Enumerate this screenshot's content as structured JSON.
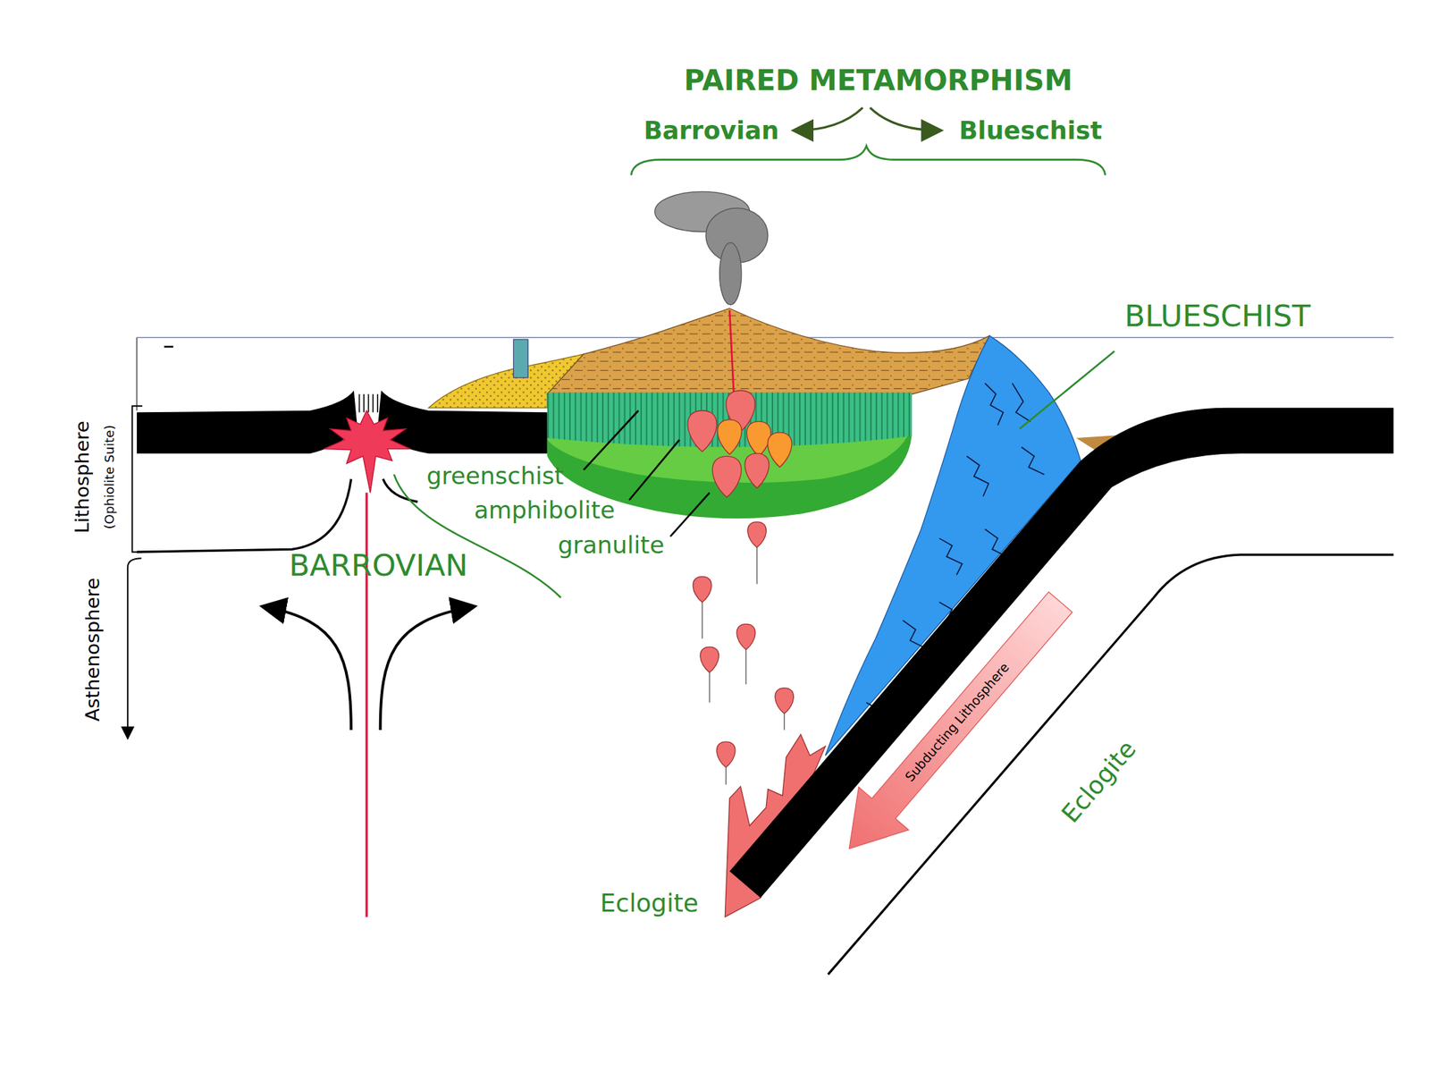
{
  "diagram": {
    "title": "PAIRED METAMORPHISM",
    "labels": [
      "Barrovian",
      "Blueschist",
      "BLUESCHIST",
      "greenschist",
      "amphibolite",
      "granulite",
      "Lithosphere",
      "(Ophiolite Suite)",
      "BARROVIAN",
      "Asthenosphere",
      "Subducting Lithosphere",
      "Eclogite",
      "Eclogite"
    ]
  }
}
